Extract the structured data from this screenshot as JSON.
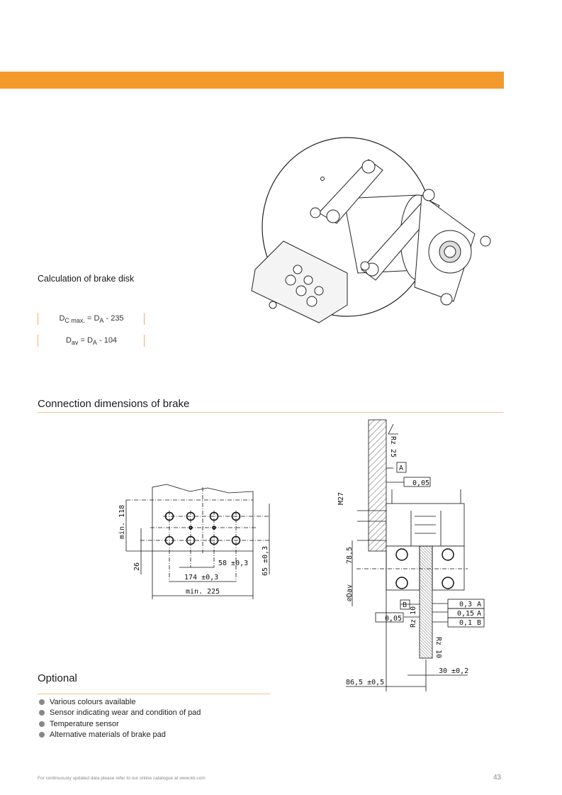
{
  "colors": {
    "accent": "#F39A2B",
    "rule": "#F5C58A",
    "bullet": "#888888"
  },
  "calculation": {
    "title": "Calculation of brake disk",
    "formula1": {
      "lhs": "D",
      "lhs_sub": "C max.",
      "rhs": "= D",
      "rhs_sub": "A",
      "tail": " - 235"
    },
    "formula2": {
      "lhs": "D",
      "lhs_sub": "av",
      "rhs": "= D",
      "rhs_sub": "A",
      "tail": " - 104"
    }
  },
  "connection": {
    "title": "Connection dimensions of brake",
    "left_drawing": {
      "min_118": "min. 118",
      "d26": "26",
      "d58": "58 ±0,3",
      "d174": "174 ±0,3",
      "min_225": "min. 225",
      "d65": "65 ±0,3"
    },
    "right_drawing": {
      "rz25": "Rz 25",
      "datum_a": "A",
      "flat1": "0,05",
      "m27": "M27",
      "d78": "78,5",
      "dav": "⌀Dav",
      "datum_b": "B",
      "flat2": "0,05",
      "tol1_val": "0,3",
      "tol1_ref": "A",
      "tol2_val": "0,15",
      "tol2_ref": "A",
      "tol3_val": "0,1",
      "tol3_ref": "B",
      "rz10a": "Rz 10",
      "rz10b": "Rz 10",
      "d30": "30 ±0,2",
      "d86": "86,5 ±0,5"
    }
  },
  "optional": {
    "title": "Optional",
    "items": [
      "Various colours available",
      "Sensor indicating wear and condition of pad",
      "Temperature sensor",
      "Alternative materials of brake pad"
    ]
  },
  "footer": {
    "note": "For continuously updated data please refer to our online catalogue at www.ktr.com",
    "page_number": "43"
  }
}
